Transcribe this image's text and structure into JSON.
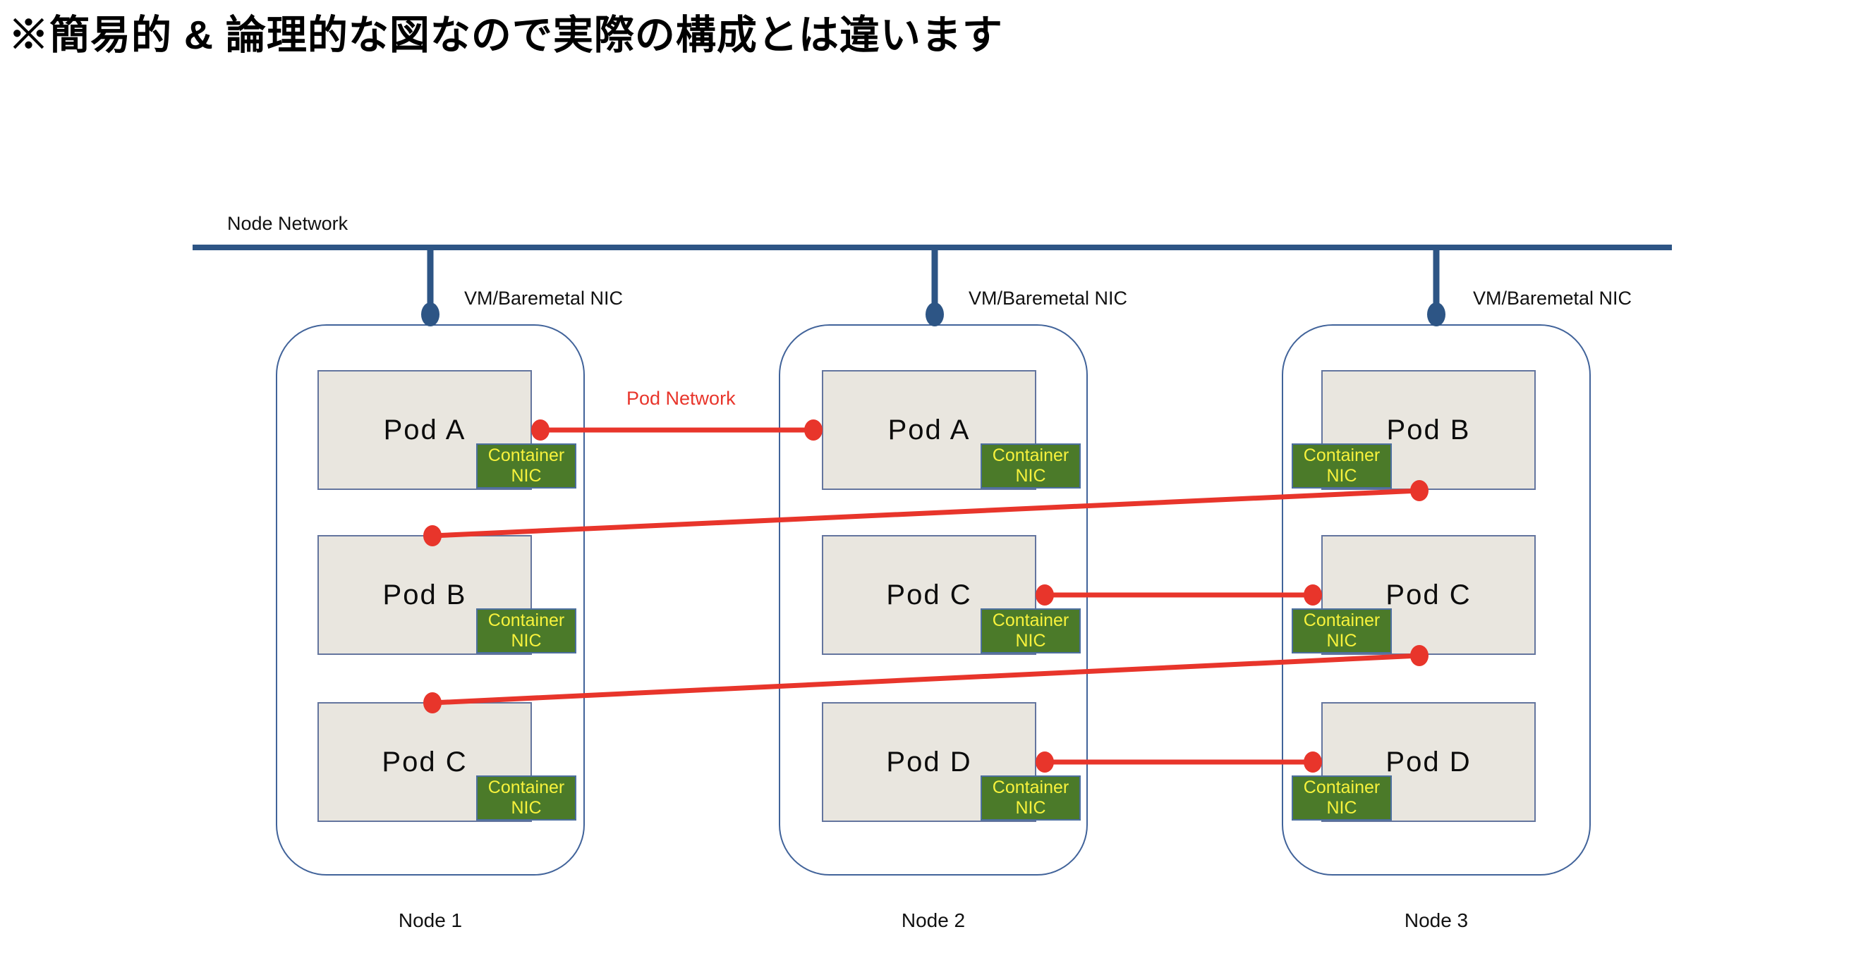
{
  "title": "※簡易的 & 論理的な図なので実際の構成とは違います",
  "labels": {
    "node_network": "Node Network",
    "pod_network": "Pod Network",
    "vm_nic": "VM/Baremetal NIC",
    "container_nic_line1": "Container",
    "container_nic_line2": "NIC"
  },
  "nodes": [
    {
      "name": "Node 1",
      "nic_side": "right",
      "pods": [
        "Pod A",
        "Pod B",
        "Pod C"
      ]
    },
    {
      "name": "Node 2",
      "nic_side": "right",
      "pods": [
        "Pod A",
        "Pod C",
        "Pod D"
      ]
    },
    {
      "name": "Node 3",
      "nic_side": "left",
      "pods": [
        "Pod B",
        "Pod C",
        "Pod D"
      ]
    }
  ],
  "connections": [
    {
      "from": "Node 1 / Pod A",
      "to": "Node 2 / Pod A",
      "label": "Pod Network"
    },
    {
      "from": "Node 1 / Pod B",
      "to": "Node 3 / Pod B",
      "label": ""
    },
    {
      "from": "Node 1 / Pod C",
      "to": "Node 3 / Pod C",
      "label": ""
    },
    {
      "from": "Node 2 / Pod C",
      "to": "Node 3 / Pod C",
      "label": ""
    },
    {
      "from": "Node 2 / Pod D",
      "to": "Node 3 / Pod D",
      "label": ""
    }
  ],
  "colors": {
    "node_network_line": "#2d5585",
    "pod_network_line": "#e8352b",
    "node_border": "#41639a",
    "pod_fill": "#e9e6df",
    "pod_border": "#64759e",
    "container_nic_bg": "#4b7a29",
    "container_nic_text": "#f7f23c"
  }
}
